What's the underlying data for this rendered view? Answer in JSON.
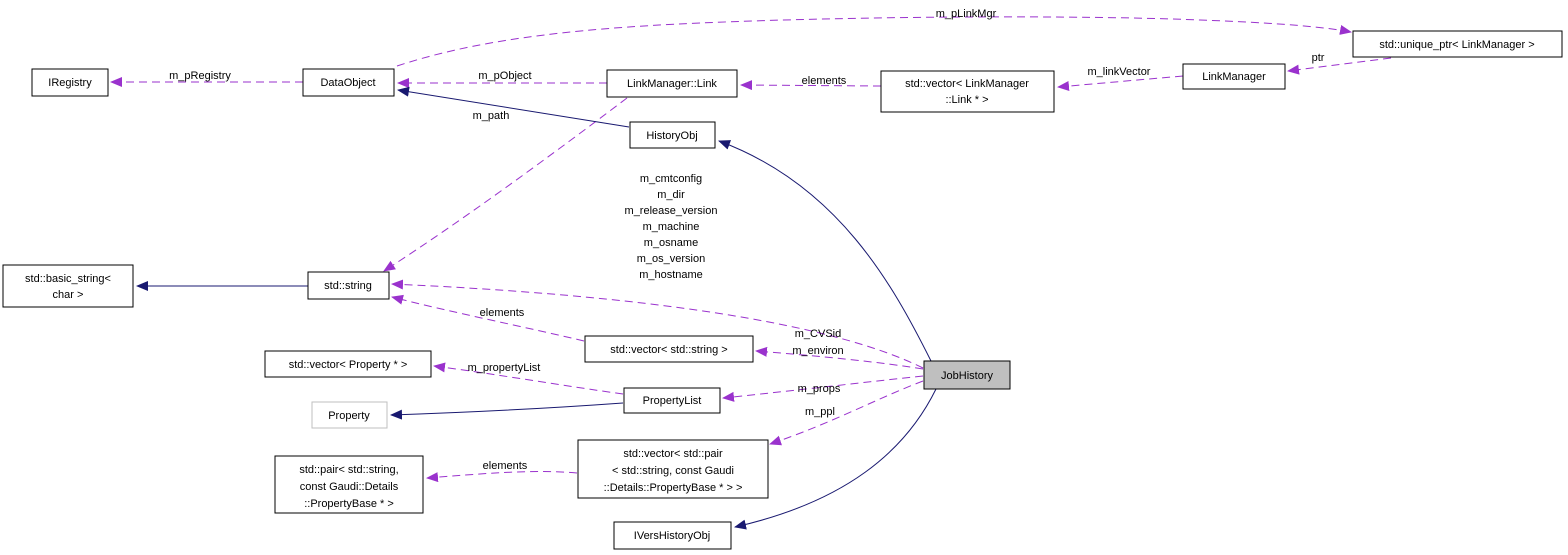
{
  "diagram_type": "collaboration-graph",
  "colors": {
    "usage": "#9a32cd",
    "inherit": "#191970",
    "node_fill": "#ffffff",
    "node_border": "#000000",
    "focus_fill": "#bfbfbf",
    "undoc_border": "#bfbfbf",
    "text": "#000000",
    "background": "#ffffff"
  },
  "nodes": {
    "iregistry": "IRegistry",
    "dataobject": "DataObject",
    "linkmanager_link": "LinkManager::Link",
    "vec_links": [
      "std::vector< LinkManager",
      "::Link * >"
    ],
    "linkmanager": "LinkManager",
    "unique_ptr": "std::unique_ptr< LinkManager >",
    "historyobj": "HistoryObj",
    "basic_string": [
      "std::basic_string<",
      "char >"
    ],
    "std_string": "std::string",
    "vec_string": "std::vector< std::string >",
    "vec_property": "std::vector< Property * >",
    "propertylist": "PropertyList",
    "property": "Property",
    "pair": [
      "std::pair< std::string,",
      "const Gaudi::Details",
      "::PropertyBase * >"
    ],
    "vec_pair": [
      "std::vector< std::pair",
      "< std::string, const Gaudi",
      "::Details::PropertyBase * > >"
    ],
    "ivershistoryobj": "IVersHistoryObj",
    "jobhistory": "JobHistory"
  },
  "edge_labels": {
    "m_pRegistry": "m_pRegistry",
    "m_pObject": "m_pObject",
    "elements_links": "elements",
    "m_linkVector": "m_linkVector",
    "ptr": "ptr",
    "m_pLinkMgr": "m_pLinkMgr",
    "m_path": "m_path",
    "string_members": [
      "m_cmtconfig",
      "m_dir",
      "m_release_version",
      "m_machine",
      "m_osname",
      "m_os_version",
      "m_hostname"
    ],
    "elements_strings": "elements",
    "vecstring_members": [
      "m_CVSid",
      "m_environ"
    ],
    "m_propertyList": "m_propertyList",
    "m_props": "m_props",
    "m_ppl": "m_ppl",
    "elements_pairs": "elements"
  }
}
